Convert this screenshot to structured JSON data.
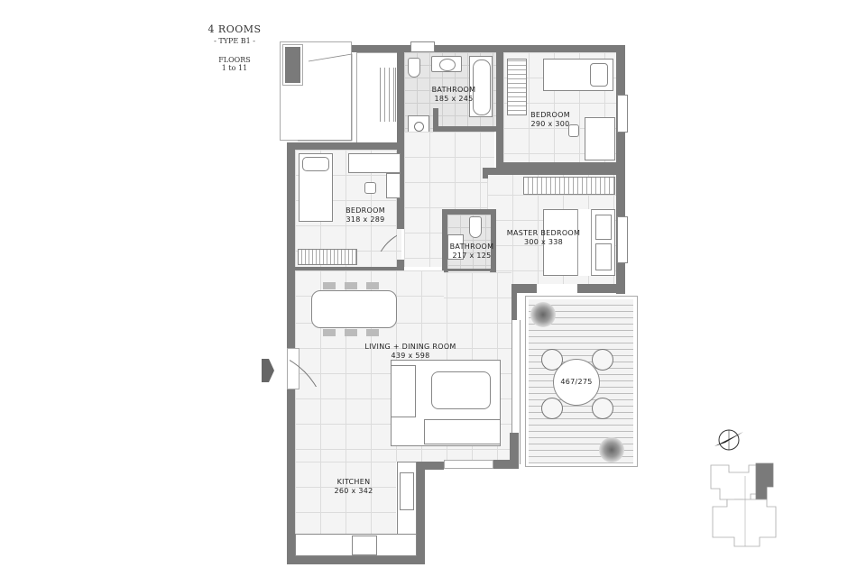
{
  "header": {
    "unit_type": "4 ROOMS",
    "type_label": "- TYPE B1 -",
    "floors_label": "FLOORS",
    "floors_range": "1 to 11"
  },
  "rooms": {
    "bathroom_1": {
      "name": "BATHROOM",
      "size": "185 x 245"
    },
    "bedroom_1": {
      "name": "BEDROOM",
      "size": "290 x 300"
    },
    "bedroom_2": {
      "name": "BEDROOM",
      "size": "318 x 289"
    },
    "bathroom_2": {
      "name": "BATHROOM",
      "size": "217 x 125"
    },
    "master_bedroom": {
      "name": "MASTER BEDROOM",
      "size": "300 x 338"
    },
    "living_dining": {
      "name": "LIVING + DINING ROOM",
      "size": "439 x 598"
    },
    "kitchen": {
      "name": "KITCHEN",
      "size": "260 x 342"
    },
    "terrace": {
      "name": "",
      "size": "467/275"
    }
  },
  "icons": {
    "entrance": "entrance-arrow-icon",
    "compass": "compass-icon",
    "key_plan": "key-plan-icon"
  },
  "colors": {
    "wall": "#7a7a7a",
    "floor": "#f4f4f4",
    "highlight": "#7a7a7a"
  }
}
